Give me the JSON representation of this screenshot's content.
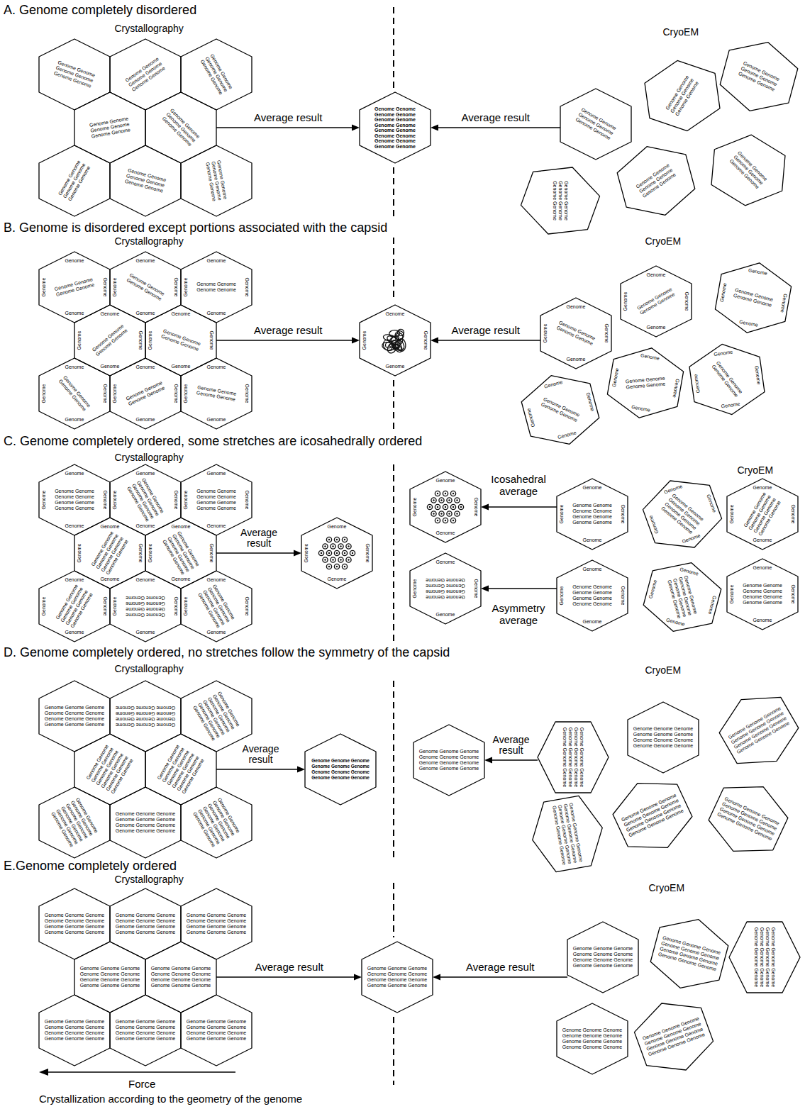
{
  "diagram": {
    "nodes": [
      {
        "text": [
          "Genome Genome Genome Genome Genome Genome"
        ]
      },
      {
        "text": [
          "Genome Genome Genome Genome Genome Genome"
        ]
      },
      {
        "text": [
          "Genome Genome Genome Genome Genome Genome"
        ]
      },
      {
        "text": [
          "Genome Genome Genome Genome Genome Genome"
        ]
      },
      {
        "text": [
          "Genome Genome Genome Genome Genome Genome"
        ]
      },
      {
        "text": [
          "Genome Genome Genome Genome Genome Genome"
        ]
      },
      {
        "text": [
          "Genome Genome Genome Genome Genome Genome"
        ]
      },
      {
        "text": [
          "Genome Genome Genome Genome Genome Genome"
        ]
      },
      {
        "text": [
          "Genome Genome Genome Genome Genome Genome Genome Genome Genome Genome Genome Genome Genome Genome Genome Genome"
        ]
      },
      {
        "text": [
          "Genome Genome Genome Genome Genome Genome"
        ]
      },
      {
        "text": [
          "Genome Genome Genome Genome Genome Genome"
        ]
      },
      {
        "text": [
          "Genome Genome Genome Genome Genome Genome"
        ]
      },
      {
        "text": [
          "Genome Genome Genome Genome Genome Genome"
        ]
      },
      {
        "text": [
          "Genome Genome Genome Genome Genome Genome"
        ]
      },
      {
        "text": [
          "Genome Genome Genome Genome Genome Genome"
        ]
      },
      {
        "text": [
          "Genome",
          "Genome",
          "Genome",
          "Genome",
          "Genome Genome Genome Genome"
        ]
      },
      {
        "text": [
          "Genome",
          "Genome",
          "Genome",
          "Genome",
          "Genome Genome Genome Genome"
        ]
      },
      {
        "text": [
          "Genome",
          "Genome",
          "Genome",
          "Genome",
          "Genome Genome Genome Genome"
        ]
      },
      {
        "text": [
          "Genome",
          "Genome",
          "Genome",
          "Genome",
          "Genome Genome Genome Genome"
        ]
      },
      {
        "text": [
          "Genome",
          "Genome",
          "Genome",
          "Genome",
          "Genome Genome Genome Genome"
        ]
      },
      {
        "text": [
          "Genome",
          "Genome",
          "Genome",
          "Genome",
          "Genome Genome Genome Genome"
        ]
      },
      {
        "text": [
          "Genome",
          "Genome",
          "Genome",
          "Genome",
          "Genome Genome Genome Genome"
        ]
      },
      {
        "text": [
          "Genome",
          "Genome",
          "Genome",
          "Genome",
          "Genome Genome Genome Genome"
        ]
      },
      {
        "text": [
          "Genome",
          "Genome",
          "Genome",
          "Genome"
        ]
      },
      {
        "text": [
          "Genome",
          "Genome",
          "Genome",
          "Genome",
          "Genome Genome Genome Genome"
        ]
      },
      {
        "text": [
          "Genome",
          "Genome",
          "Genome",
          "Genome",
          "Genome Genome Genome Genome"
        ]
      },
      {
        "text": [
          "Genome",
          "Genome",
          "Genome",
          "Genome",
          "Genome Genome Genome Genome"
        ]
      },
      {
        "text": [
          "Genome",
          "Genome",
          "Genome",
          "Genome",
          "Genome Genome Genome Genome"
        ]
      },
      {
        "text": [
          "Genome",
          "Genome",
          "Genome",
          "Genome",
          "Genome Genome Genome Genome"
        ]
      },
      {
        "text": [
          "Genome",
          "Genome",
          "Genome",
          "Genome",
          "Genome Genome Genome Genome"
        ]
      },
      {
        "text": [
          "Genome",
          "Genome",
          "Genome",
          "Genome",
          "Genome Genome Genome Genome Genome Genome Genome Genome"
        ]
      },
      {
        "text": [
          "Genome",
          "Genome",
          "Genome",
          "Genome",
          "Genome Genome Genome Genome Genome Genome Genome Genome"
        ]
      },
      {
        "text": [
          "Genome",
          "Genome",
          "Genome",
          "Genome",
          "Genome Genome Genome Genome Genome Genome Genome Genome"
        ]
      },
      {
        "text": [
          "Genome",
          "Genome",
          "Genome",
          "Genome",
          "Genome Genome Genome Genome Genome Genome Genome Genome"
        ]
      },
      {
        "text": [
          "Genome",
          "Genome",
          "Genome",
          "Genome",
          "Genome Genome Genome Genome Genome Genome Genome Genome"
        ]
      },
      {
        "text": [
          "Genome",
          "Genome",
          "Genome",
          "Genome",
          "Genome Genome Genome Genome Genome Genome Genome Genome"
        ]
      },
      {
        "text": [
          "Genome",
          "Genome",
          "Genome",
          "Genome",
          "Genome Genome Genome Genome Genome Genome Genome Genome"
        ]
      },
      {
        "text": [
          "Genome",
          "Genome",
          "Genome",
          "Genome",
          "Genome Genome Genome Genome Genome Genome Genome Genome"
        ]
      },
      {
        "text": [
          "Genome",
          "Genome",
          "Genome",
          "Genome"
        ]
      },
      {
        "text": [
          "Genome",
          "Genome",
          "Genome",
          "Genome"
        ]
      },
      {
        "text": [
          "Genome",
          "Genome",
          "Genome",
          "Genome",
          "Genome Genome Genome Genome Genome Genome Genome Genome"
        ]
      },
      {
        "text": [
          "Genome",
          "Genome",
          "Genome",
          "Genome",
          "Genome Genome Genome Genome Genome Genome Genome Genome"
        ]
      },
      {
        "text": [
          "Genome",
          "Genome",
          "Genome",
          "Genome",
          "Genome Genome Genome Genome Genome Genome Genome Genome"
        ]
      },
      {
        "text": [
          "Genome",
          "Genome",
          "Genome",
          "Genome",
          "Genome Genome Genome Genome Genome Genome Genome Genome"
        ]
      },
      {
        "text": [
          "Genome",
          "Genome",
          "Genome",
          "Genome",
          "Genome Genome Genome Genome Genome Genome Genome Genome"
        ]
      },
      {
        "text": [
          "Genome",
          "Genome",
          "Genome",
          "Genome",
          "Genome Genome Genome Genome Genome Genome Genome Genome"
        ]
      },
      {
        "text": [
          "Genome",
          "Genome",
          "Genome",
          "Genome",
          "Genome Genome Genome Genome Genome Genome Genome Genome"
        ]
      },
      {
        "text": [
          "Genome Genome Genome Genome Genome Genome Genome Genome Genome Genome Genome Genome"
        ]
      },
      {
        "text": [
          "Genome Genome Genome Genome Genome Genome Genome Genome Genome Genome Genome Genome"
        ]
      },
      {
        "text": [
          "Genome Genome Genome Genome Genome Genome Genome Genome Genome Genome Genome Genome"
        ]
      },
      {
        "text": [
          "Genome Genome Genome Genome Genome Genome Genome Genome Genome Genome Genome Genome"
        ]
      },
      {
        "text": [
          "Genome Genome Genome Genome Genome Genome Genome Genome Genome Genome Genome Genome"
        ]
      },
      {
        "text": [
          "Genome Genome Genome Genome Genome Genome Genome Genome Genome Genome Genome Genome"
        ]
      },
      {
        "text": [
          "Genome Genome Genome Genome Genome Genome Genome Genome Genome Genome Genome Genome"
        ]
      },
      {
        "text": [
          "Genome Genome Genome Genome Genome Genome Genome Genome Genome Genome Genome Genome"
        ]
      },
      {
        "text": [
          "Genome Genome Genome Genome Genome Genome Genome Genome Genome Genome Genome Genome"
        ]
      },
      {
        "text": [
          "Genome Genome Genome Genome Genome Genome Genome Genome Genome Genome Genome Genome"
        ]
      },
      {
        "text": [
          "Genome Genome Genome Genome Genome Genome Genome Genome Genome Genome Genome Genome"
        ]
      },
      {
        "text": [
          "Genome Genome Genome Genome Genome Genome Genome Genome Genome Genome Genome Genome"
        ]
      },
      {
        "text": [
          "Genome Genome Genome Genome Genome Genome Genome Genome Genome Genome Genome Genome"
        ]
      },
      {
        "text": [
          "Genome Genome Genome Genome Genome Genome Genome Genome Genome Genome Genome Genome"
        ]
      },
      {
        "text": [
          "Genome Genome Genome Genome Genome Genome Genome Genome Genome Genome Genome Genome"
        ]
      },
      {
        "text": [
          "Genome Genome Genome Genome Genome Genome Genome Genome Genome Genome Genome Genome"
        ]
      },
      {
        "text": [
          "Genome Genome Genome Genome Genome Genome Genome Genome Genome Genome Genome Genome"
        ]
      },
      {
        "text": [
          "Genome Genome Genome Genome Genome Genome Genome Genome Genome Genome Genome Genome"
        ]
      },
      {
        "text": [
          "Genome Genome Genome Genome Genome Genome Genome Genome Genome Genome Genome Genome"
        ]
      },
      {
        "text": [
          "Genome Genome Genome Genome Genome Genome Genome Genome Genome Genome Genome Genome"
        ]
      },
      {
        "text": [
          "Genome Genome Genome Genome Genome Genome Genome Genome Genome Genome Genome Genome"
        ]
      },
      {
        "text": [
          "Genome Genome Genome Genome Genome Genome Genome Genome Genome Genome Genome Genome"
        ]
      },
      {
        "text": [
          "Genome Genome Genome Genome Genome Genome Genome Genome Genome Genome Genome Genome"
        ]
      },
      {
        "text": [
          "Genome Genome Genome Genome Genome Genome Genome Genome Genome Genome Genome Genome"
        ]
      },
      {
        "text": [
          "Genome Genome Genome Genome Genome Genome Genome Genome Genome Genome Genome Genome"
        ]
      },
      {
        "text": [
          "Genome Genome Genome Genome Genome Genome Genome Genome Genome Genome Genome Genome"
        ]
      },
      {
        "text": [
          "Genome Genome Genome Genome Genome Genome Genome Genome Genome Genome Genome Genome"
        ]
      },
      {
        "text": [
          "Genome Genome Genome Genome Genome Genome Genome Genome Genome Genome Genome Genome"
        ]
      },
      {
        "text": [
          "Genome Genome Genome Genome Genome Genome Genome Genome Genome Genome Genome Genome"
        ]
      },
      {
        "text": [
          "Genome Genome Genome Genome Genome Genome Genome Genome Genome Genome Genome Genome"
        ]
      }
    ],
    "edges": [
      {
        "from": 4,
        "to": 8,
        "label": "Average result",
        "arrow": "to"
      },
      {
        "from": 9,
        "to": 8,
        "label": "Average result",
        "arrow": "to"
      },
      {
        "from": 19,
        "to": 23,
        "label": "Average result",
        "arrow": "to"
      },
      {
        "from": 24,
        "to": 23,
        "label": "Average result",
        "arrow": "to"
      },
      {
        "from": 34,
        "to": 38,
        "label": "Average result",
        "arrow": "to"
      },
      {
        "from": 41,
        "to": 39,
        "arrow": "to"
      },
      {
        "from": 44,
        "to": 40,
        "arrow": "to"
      },
      {
        "from": 51,
        "to": 55,
        "label": "Average result",
        "arrow": "to"
      },
      {
        "from": 57,
        "to": 56,
        "label": "Average result",
        "arrow": "to"
      },
      {
        "from": 67,
        "to": 71,
        "label": "Average result",
        "arrow": "to"
      },
      {
        "from": 72,
        "to": 71,
        "label": "Average result",
        "arrow": "to"
      }
    ],
    "labels": [
      "A. Genome completely disordered",
      "Crystallography",
      "CryoEM",
      "B. Genome is disordered except portions associated with the capsid",
      "Crystallography",
      "CryoEM",
      "C. Genome completely ordered, some stretches are icosahedrally ordered",
      "Crystallography",
      "CryoEM",
      "Icosahedral average",
      "Asymmetry average",
      "D. Genome completely ordered, no stretches follow the symmetry of the capsid",
      "Crystallography",
      "CryoEM",
      "E.Genome completely ordered",
      "Crystallography",
      "CryoEM",
      "Force",
      "Crystallization according to the geometry of the genome"
    ]
  }
}
